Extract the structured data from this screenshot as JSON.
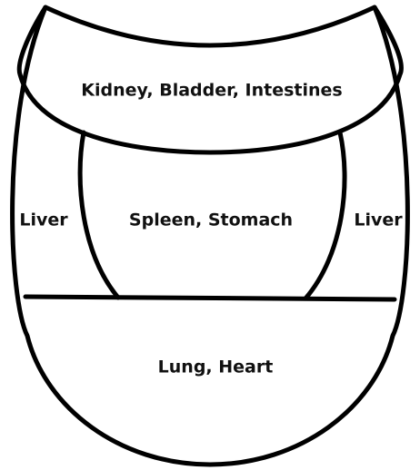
{
  "diagram": {
    "regions": {
      "root": {
        "label": "Kidney, Bladder, Intestines"
      },
      "left_side": {
        "label": "Liver"
      },
      "center": {
        "label": "Spleen, Stomach"
      },
      "right_side": {
        "label": "Liver"
      },
      "tip": {
        "label": "Lung, Heart"
      }
    },
    "colors": {
      "stroke": "#000000",
      "text": "#111111",
      "background": "#ffffff"
    }
  }
}
